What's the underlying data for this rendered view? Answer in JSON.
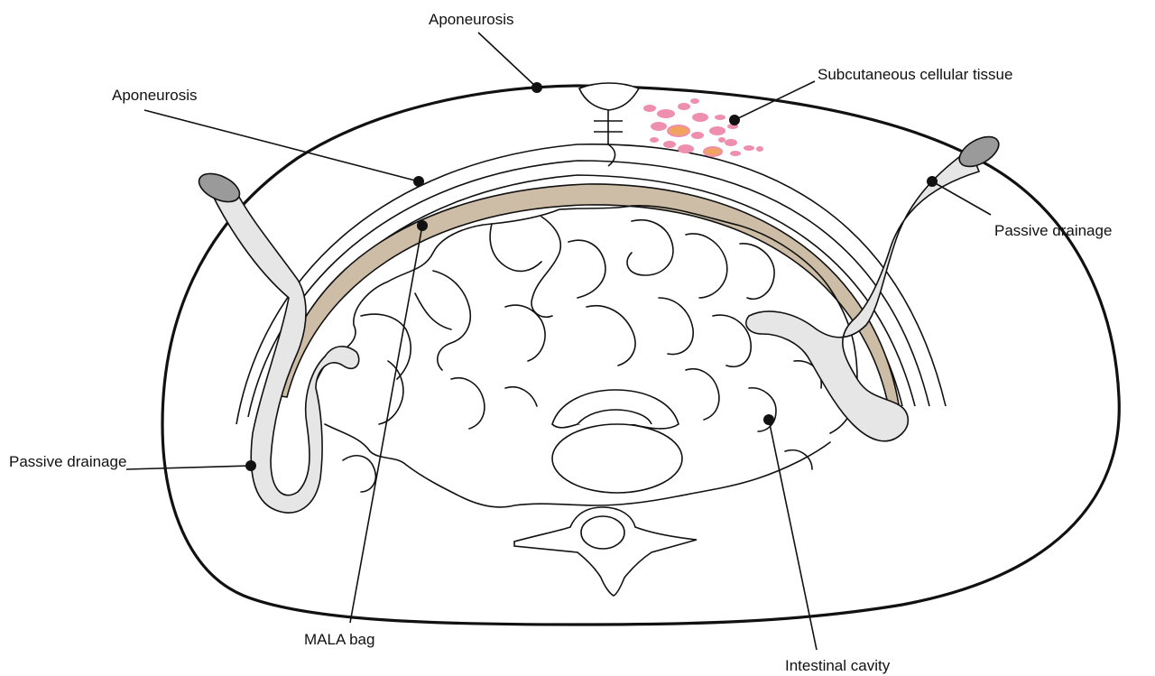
{
  "labels": {
    "aponeurosis_top": "Aponeurosis",
    "aponeurosis_left": "Aponeurosis",
    "subcutaneous": "Subcutaneous cellular tissue",
    "drainage_right": "Passive drainage",
    "drainage_left": "Passive drainage",
    "mala_bag": "MALA bag",
    "intestinal_cavity": "Intestinal cavity"
  },
  "colors": {
    "outline": "#111111",
    "mala_bag_fill": "#cdbda6",
    "drain_fill": "#e6e6e6",
    "drain_tip": "#9a9a9a",
    "fat_cells": "#ef8fb0",
    "fat_cell_core": "#f2a35f"
  }
}
